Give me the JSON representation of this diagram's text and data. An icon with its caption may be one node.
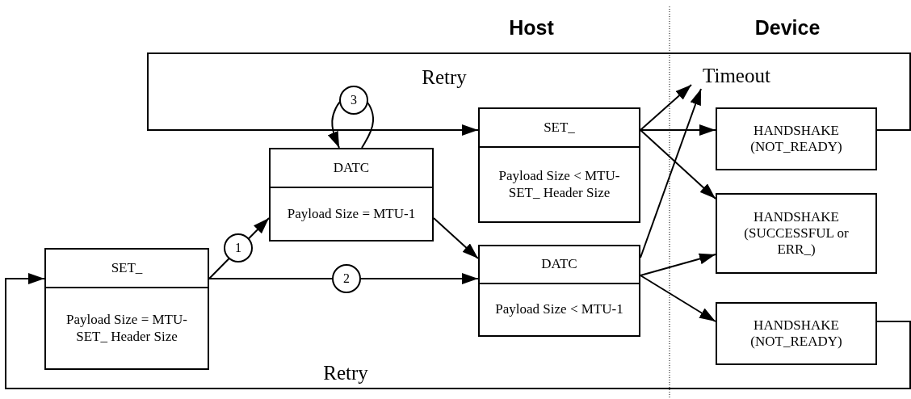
{
  "diagram": {
    "nodes": [
      {
        "text": [
          "SET_",
          "Payload Size = MTU- SET_ Header Size"
        ]
      },
      {
        "text": [
          "DATC",
          "Payload Size = MTU-1"
        ]
      },
      {
        "text": [
          "SET_",
          "Payload Size < MTU- SET_ Header Size"
        ]
      },
      {
        "text": [
          "DATC",
          "Payload Size < MTU-1"
        ]
      },
      {
        "text": [
          "HANDSHAKE (NOT_READY)"
        ]
      },
      {
        "text": [
          "HANDSHAKE (SUCCESSFUL or ERR_)"
        ]
      },
      {
        "text": [
          "HANDSHAKE (NOT_READY)"
        ]
      },
      {
        "text": [
          "Timeout"
        ]
      }
    ],
    "edges": [
      {
        "from": 0,
        "to": 1,
        "arrow": "to",
        "label": "1"
      },
      {
        "from": 0,
        "to": 3,
        "arrow": "to",
        "label": "2"
      },
      {
        "from": 1,
        "to": 1,
        "arrow": "to",
        "label": "3"
      },
      {
        "from": 1,
        "to": 3,
        "arrow": "to"
      },
      {
        "from": 2,
        "to": 7,
        "arrow": "to"
      },
      {
        "from": 2,
        "to": 4,
        "arrow": "to"
      },
      {
        "from": 2,
        "to": 5,
        "arrow": "to"
      },
      {
        "from": 3,
        "to": 7,
        "arrow": "to"
      },
      {
        "from": 3,
        "to": 5,
        "arrow": "to"
      },
      {
        "from": 3,
        "to": 6,
        "arrow": "to"
      },
      {
        "from": 4,
        "to": 2,
        "arrow": "to",
        "label": "Retry"
      },
      {
        "from": 6,
        "to": 0,
        "arrow": "to",
        "label": "Retry"
      }
    ],
    "labels": [
      "Host",
      "Device"
    ]
  }
}
